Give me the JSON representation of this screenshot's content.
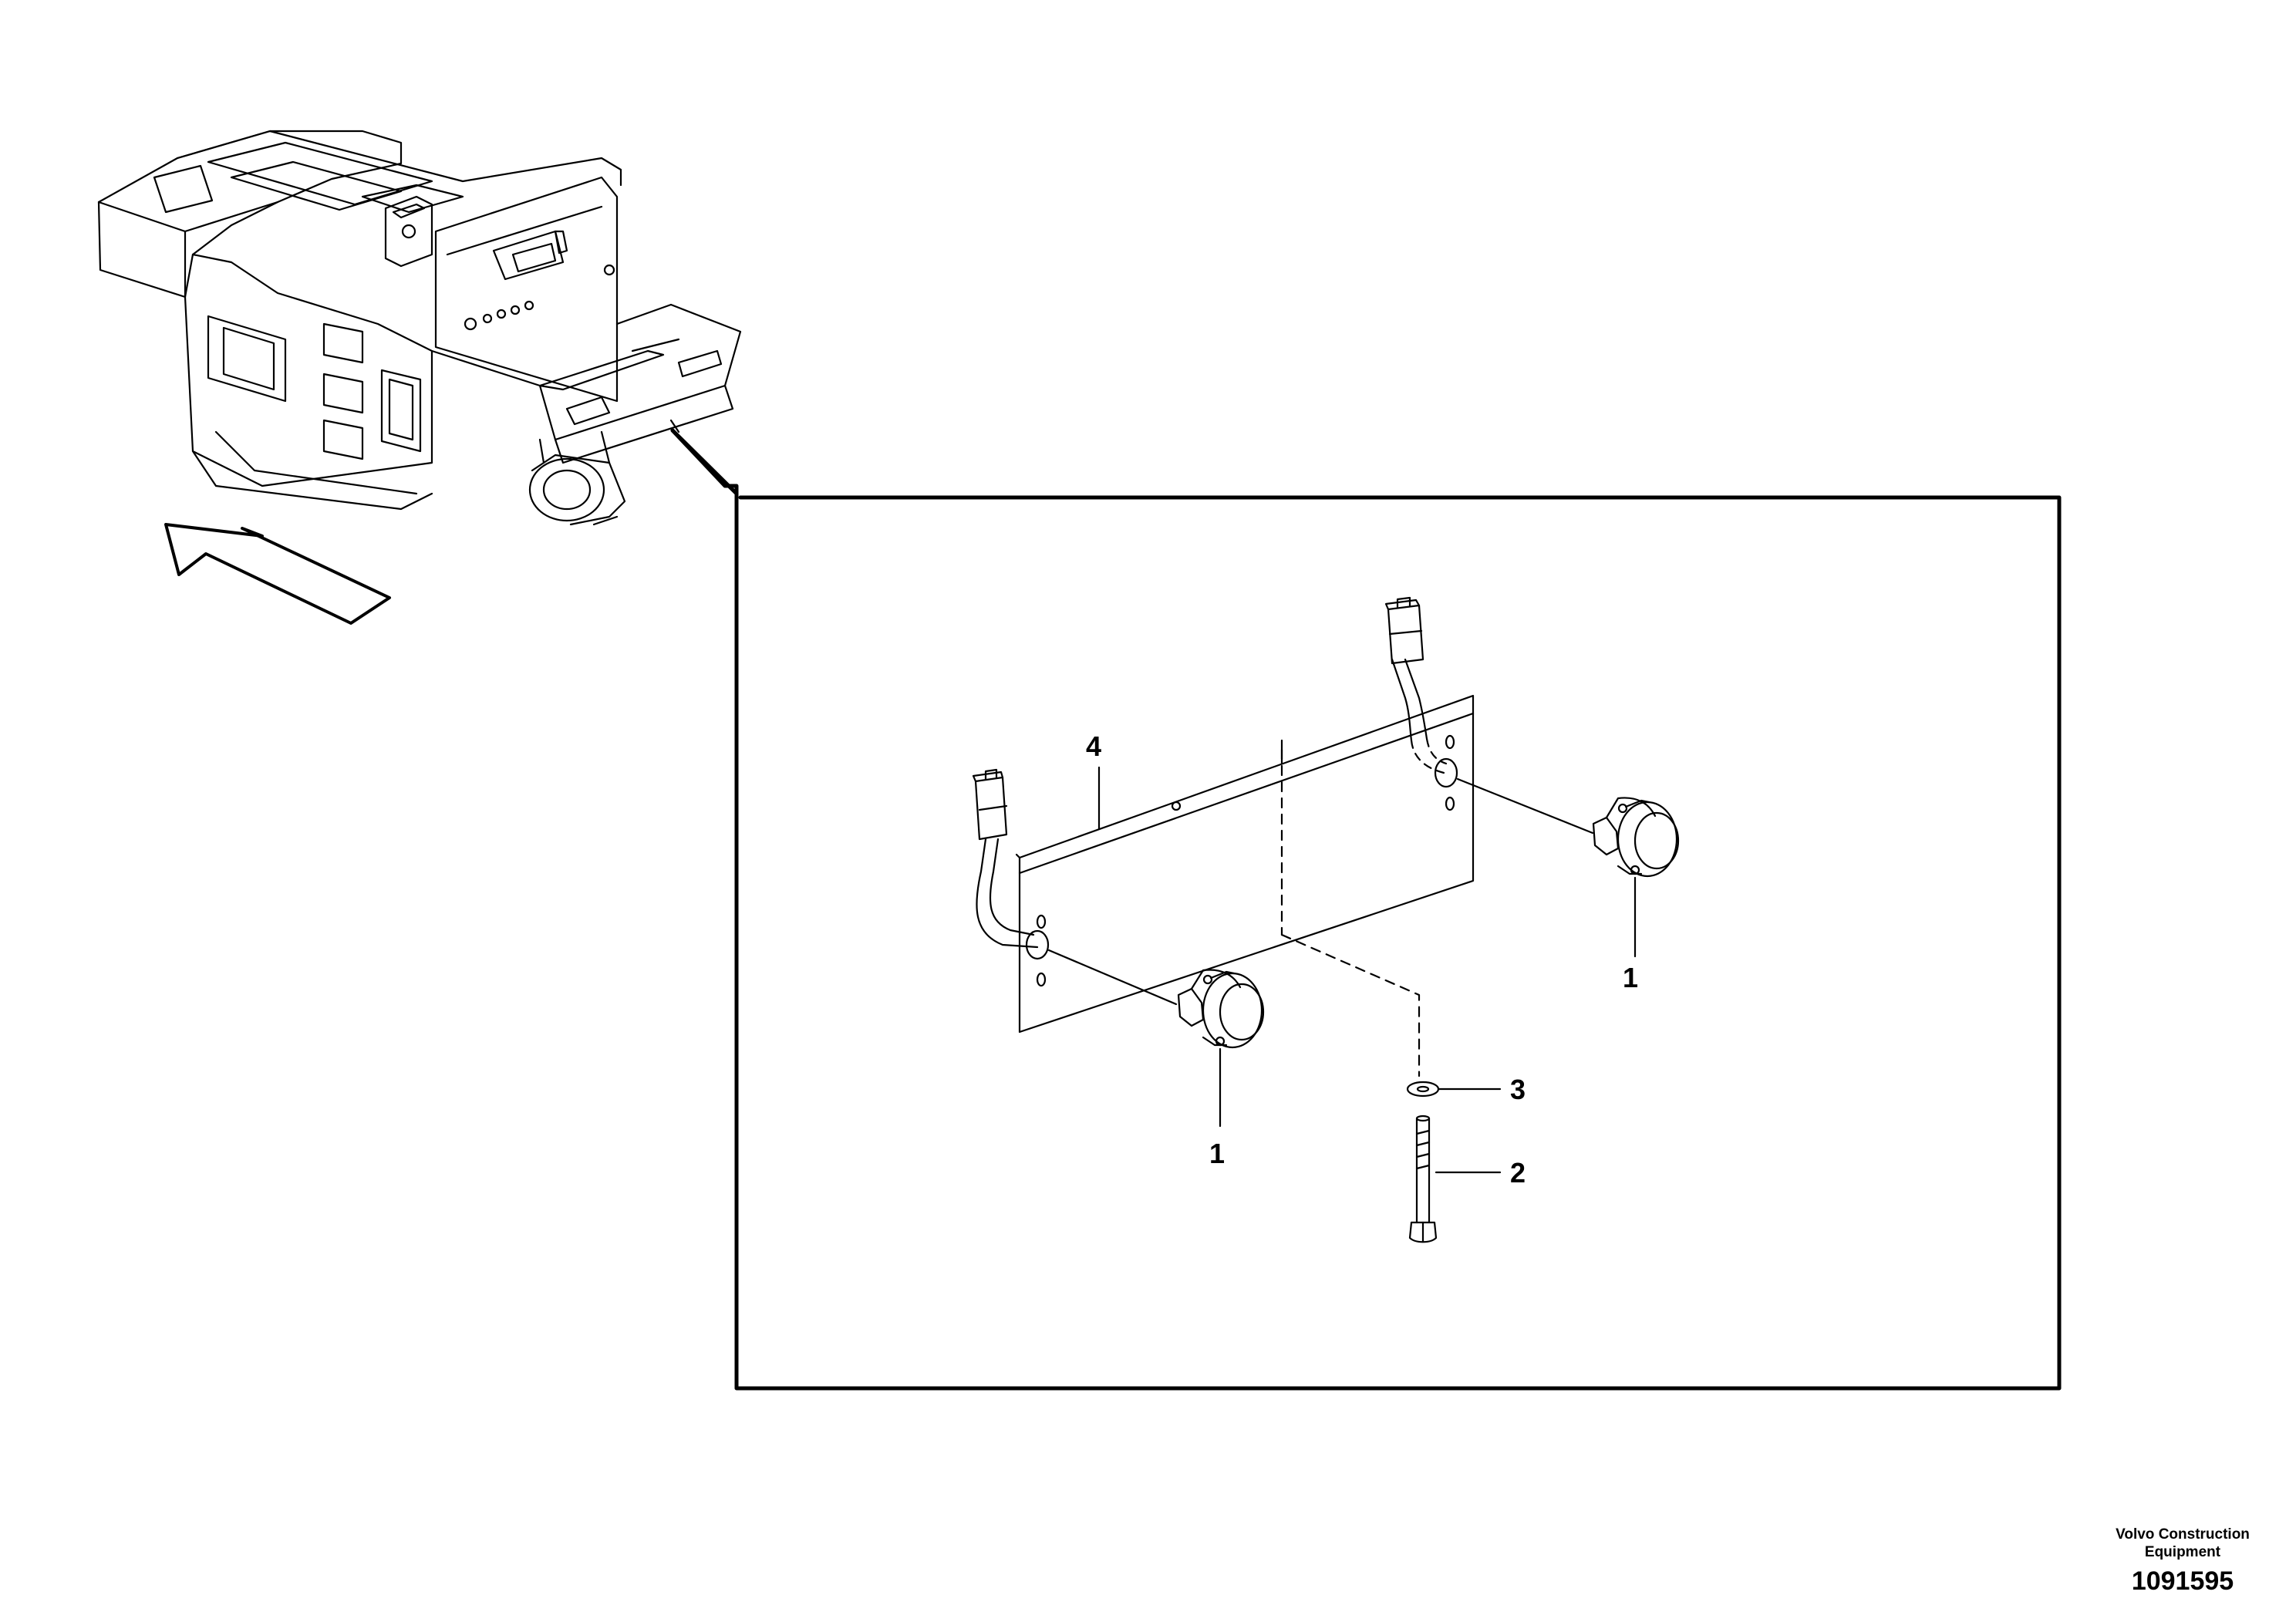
{
  "callouts": {
    "lamp_right": "1",
    "lamp_left": "1",
    "screw": "2",
    "washer": "3",
    "plate": "4"
  },
  "brand": {
    "line1": "Volvo Construction",
    "line2": "Equipment",
    "code": "1091595"
  }
}
